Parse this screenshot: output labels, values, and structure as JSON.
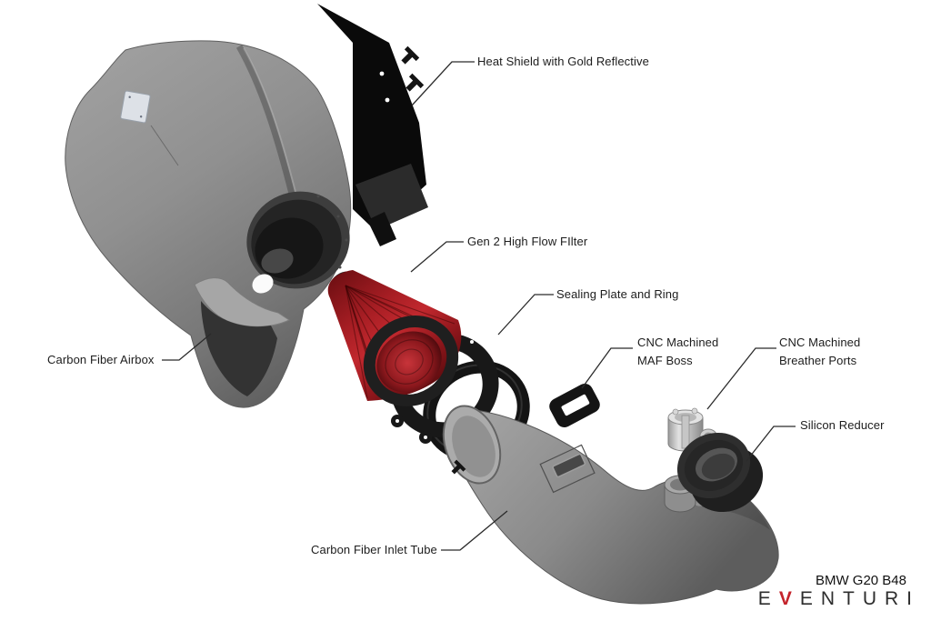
{
  "diagram": {
    "title": "Eventuri intake system exploded view",
    "labels": {
      "heat_shield": "Heat Shield with Gold Reflective",
      "filter": "Gen 2 High Flow FIlter",
      "sealing": "Sealing Plate and Ring",
      "maf_boss_line1": "CNC Machined",
      "maf_boss_line2": "MAF Boss",
      "breather_line1": "CNC Machined",
      "breather_line2": "Breather Ports",
      "reducer": "Silicon Reducer",
      "airbox": "Carbon Fiber Airbox",
      "inlet_tube": "Carbon Fiber Inlet Tube"
    },
    "footer": {
      "model": "BMW G20 B48",
      "brand_pre": "E",
      "brand_v": "V",
      "brand_post": "ENTURI"
    },
    "colors": {
      "background": "#ffffff",
      "label_text": "#1c1c1c",
      "leader_line": "#2b2b2b",
      "filter_red": "#b5242a",
      "brand_red": "#c4232b",
      "carbon_gray": "#8b8b8b",
      "heat_shield_black": "#0a0a0a",
      "metal_gray": "#c9c9c9"
    }
  }
}
